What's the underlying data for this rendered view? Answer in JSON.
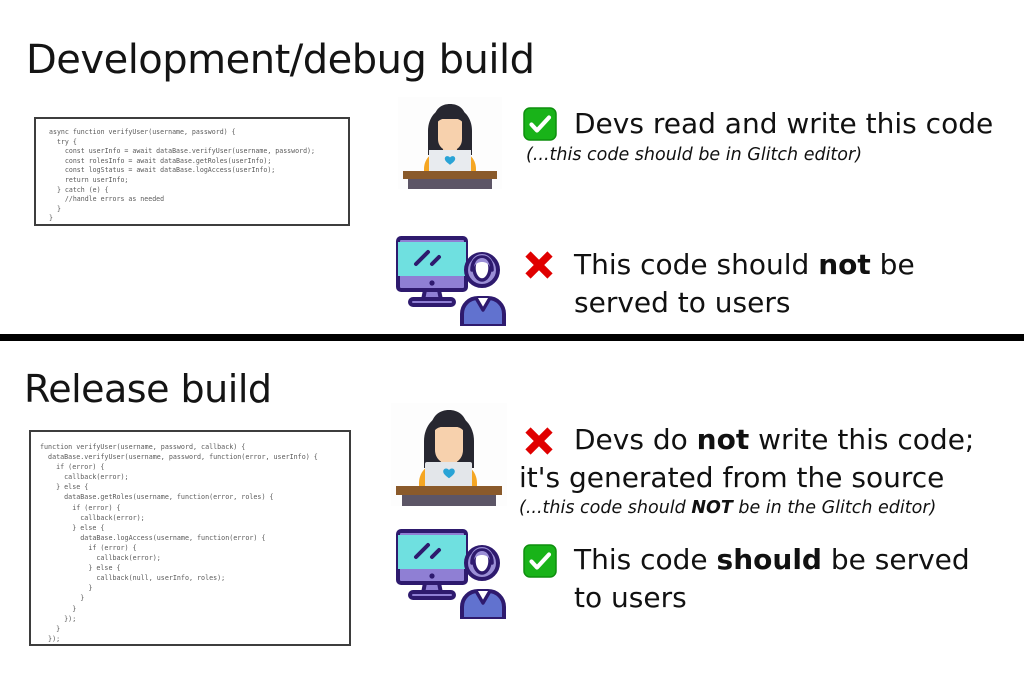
{
  "slide": {
    "background_color": "#ffffff",
    "divider_color": "#000000"
  },
  "sections": [
    {
      "id": "development",
      "title": "Development/debug build",
      "code": "async function verifyUser(username, password) {\n  try {\n    const userInfo = await dataBase.verifyUser(username, password);\n    const rolesInfo = await dataBase.getRoles(userInfo);\n    const logStatus = await dataBase.logAccess(userInfo);\n    return userInfo;\n  } catch (e) {\n    //handle errors as needed\n  }\n}",
      "bullets": [
        {
          "mark": "green-check-icon",
          "mark_color": "#19b319",
          "art": "woman-technologist-at-desk",
          "line1_pre": "Devs read and write this code",
          "line1_bold": "",
          "line1_post": "",
          "line2": "",
          "sub_pre": "(...this code should be in Glitch editor)",
          "sub_bold": "",
          "sub_post": ""
        },
        {
          "mark": "red-cross-icon",
          "mark_color": "#e00000",
          "art": "monitor-with-user",
          "line1_pre": "This code should ",
          "line1_bold": "not",
          "line1_post": " be",
          "line2": "served to users",
          "sub_pre": "",
          "sub_bold": "",
          "sub_post": ""
        }
      ]
    },
    {
      "id": "release",
      "title": "Release build",
      "code": "function verifyUser(username, password, callback) {\n  dataBase.verifyUser(username, password, function(error, userInfo) {\n    if (error) {\n      callback(error);\n    } else {\n      dataBase.getRoles(username, function(error, roles) {\n        if (error) {\n          callback(error);\n        } else {\n          dataBase.logAccess(username, function(error) {\n            if (error) {\n              callback(error);\n            } else {\n              callback(null, userInfo, roles);\n            }\n          }\n        }\n      });\n    }\n  });\n}",
      "bullets": [
        {
          "mark": "red-cross-icon",
          "mark_color": "#e00000",
          "art": "woman-technologist-at-desk",
          "line1_pre": "Devs do ",
          "line1_bold": "not",
          "line1_post": " write this code;",
          "line2": "it's generated from the source",
          "sub_pre": "(...this code should ",
          "sub_bold": "NOT",
          "sub_post": " be in the Glitch editor)"
        },
        {
          "mark": "green-check-icon",
          "mark_color": "#19b319",
          "art": "monitor-with-user",
          "line1_pre": "This code ",
          "line1_bold": "should",
          "line1_post": " be served",
          "line2": "to users",
          "sub_pre": "",
          "sub_bold": "",
          "sub_post": ""
        }
      ]
    }
  ],
  "palette": {
    "code_text": "#5a5a5a",
    "code_border": "#3d3d3d",
    "heading": "#141414",
    "body_text": "#111111",
    "monitor_screen": "#6fe0e0",
    "monitor_frame": "#8f7fd4",
    "monitor_outline": "#2e1a6e",
    "avatar_body": "#6172cf",
    "avatar_hair": "#9b8fd6",
    "person_hair": "#272730",
    "person_sweater": "#f5a623",
    "person_skin": "#f7d1ad",
    "laptop": "#e3e6ea",
    "heart": "#29a3d6",
    "desk_top": "#8a5a2b",
    "desk_front": "#5c5566"
  }
}
